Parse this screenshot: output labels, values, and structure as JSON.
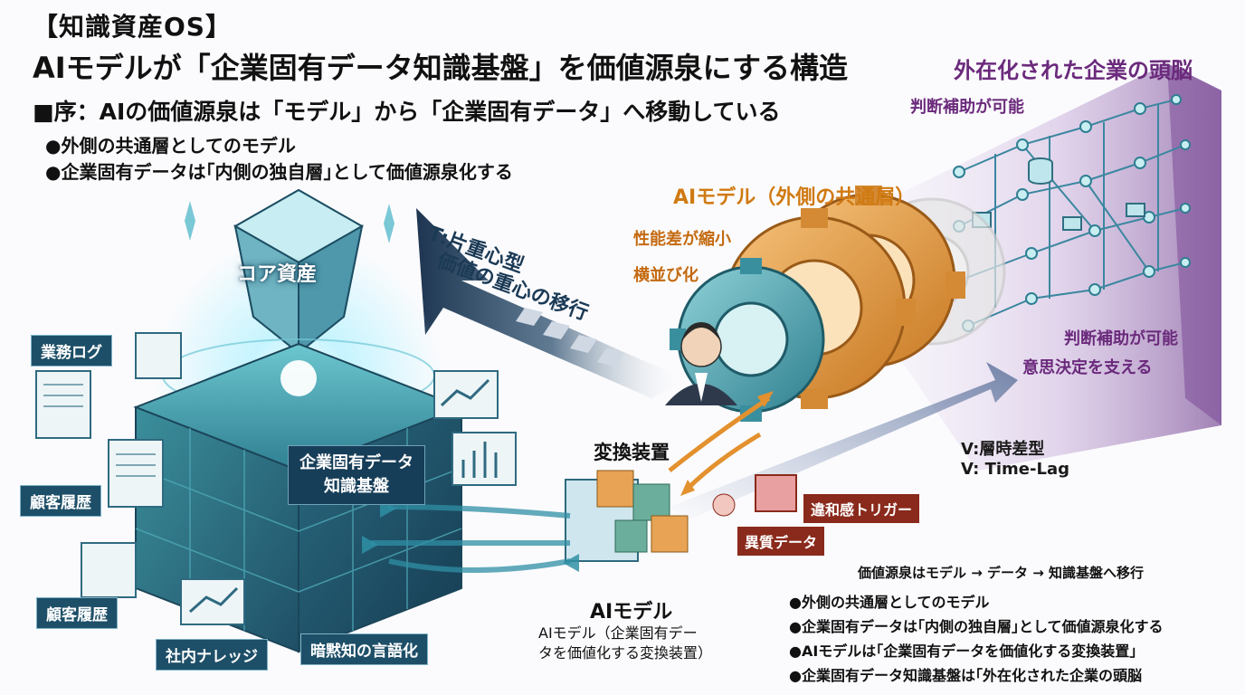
{
  "header": {
    "tag": "【知識資産OS】",
    "title": "AIモデルが「企業固有データ知識基盤」を価値源泉にする構造",
    "subtitle": "■序：AIの価値源泉は「モデル」から「企業固有データ」へ移動している",
    "bullets": [
      "●外側の共通層としてのモデル",
      "●企業固有データは｢内側の独自層｣として価値源泉化する"
    ]
  },
  "left": {
    "core_label": "コア資産",
    "center_box": [
      "企業固有データ",
      "知識基盤"
    ],
    "tags": [
      "業務ログ",
      "顧客履歴",
      "顧客履歴",
      "社内ナレッジ",
      "暗黙知の言語化"
    ]
  },
  "arrow": {
    "line1": "T:片重心型",
    "line2": "価値の重心の移行"
  },
  "ai_model": {
    "heading": "AIモデル（外側の共通層）",
    "note1": "性能差が縮小",
    "note2": "横並び化"
  },
  "converter": {
    "label": "変換装置",
    "ai_label": "AIモデル",
    "ai_desc": [
      "AIモデル（企業固有デー",
      "タを価値化する変換装置）"
    ]
  },
  "triggers": {
    "anomaly": "違和感トリガー",
    "data": "異質データ"
  },
  "right": {
    "brain_title": "外在化された企業の頭脳",
    "top_note": "判断補助が可能",
    "note2": "判断補助が可能",
    "note3": "意思決定を支える",
    "v1": "V:層時差型",
    "v2": "V: Time-Lag"
  },
  "summary": {
    "flow": "価値源泉はモデル → データ → 知識基盤へ移行",
    "bullets": [
      "●外側の共通層としてのモデル",
      "●企業固有データは｢内側の独自層｣として価値源泉化する",
      "●AIモデルは｢企業固有データを価値化する変換装置｣",
      "●企業固有データ知識基盤は｢外在化された企業の頭脳"
    ]
  },
  "colors": {
    "teal": "#2e8fa8",
    "navy": "#1e4f68",
    "orange": "#e39a3b",
    "purple": "#6b2a7c",
    "red": "#8a2a1c"
  },
  "icons": [
    "crystal-icon",
    "gear-icon",
    "person-icon",
    "document-icon",
    "database-icon",
    "chart-icon",
    "network-icon"
  ]
}
